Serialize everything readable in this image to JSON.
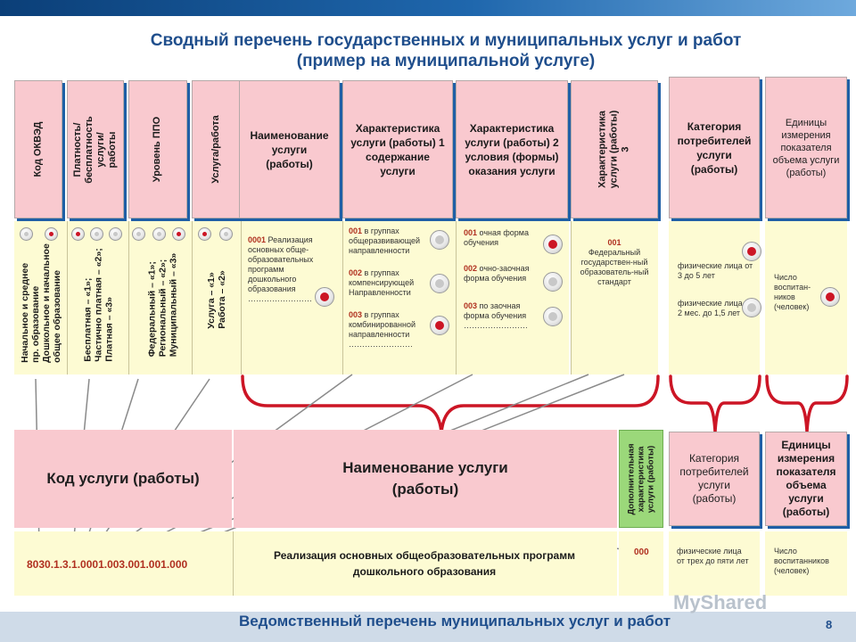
{
  "title": {
    "line1": "Сводный перечень государственных и муниципальных услуг и работ",
    "line2": "(пример на муниципальной услуге)"
  },
  "top_headers": {
    "okved": "Код ОКВЭД",
    "payment": "Платность/бесплатность услуги/работы",
    "level": "Уровень ППО",
    "service_work": "Услуга/работа",
    "name": "Наименование услуги (работы)",
    "char1": "Характеристика услуги (работы) 1 содержание услуги",
    "char2": "Характеристика услуги (работы) 2 условия (формы) оказания услуги",
    "char3": "Характеристика услуги (работы) 3",
    "category": "Категория потребителей услуги (работы)",
    "units": "Единицы измерения показателя объема услуги (работы)"
  },
  "selectors": {
    "okved": [
      "Начальное и среднее",
      "пр. образование",
      "Дошкольное и начальное",
      "общее образование"
    ],
    "payment": [
      "Бесплатная – «1»;",
      "Частично платная – «2»;",
      "Платная – «3»"
    ],
    "level": [
      "Федеральный – «1»;",
      "Региональный – «2»;",
      "Муниципальный – «3»"
    ],
    "service": [
      "Услуга – «1»",
      "Работа – «2»"
    ]
  },
  "name_cell": {
    "code": "0001",
    "text": "Реализация основных обще-образовательных программ дошкольного образования",
    "dots": "……………………"
  },
  "char1_cell": [
    {
      "code": "001",
      "text": "в группах общеразвивающей направленности"
    },
    {
      "code": "002",
      "text": "в группах компенсирующей Направленности"
    },
    {
      "code": "003",
      "text": "в группах комбинированной направленности"
    }
  ],
  "char1_dots": "……………………",
  "char2_cell": [
    {
      "code": "001",
      "text": "очная форма обучения"
    },
    {
      "code": "002",
      "text": "очно-заочная форма обучения"
    },
    {
      "code": "003",
      "text": "по заочная форма обучения"
    }
  ],
  "char2_dots": "……………………",
  "char3_cell": {
    "code": "001",
    "text": "Федеральный государствен-ный образователь-ный стандарт"
  },
  "category_cell": [
    "физические лица от 3 до 5 лет",
    "физические лица от 2 мес. до 1,5 лет"
  ],
  "units_cell": "Число воспитан-ников (человек)",
  "bottom_headers": {
    "code": "Код услуги (работы)",
    "name": "Наименование услуги (работы)",
    "extra": "Дополнительная характеристика услуги (работы)",
    "category": "Категория потребителей услуги (работы)",
    "units": "Единицы измерения показателя объема услуги (работы)"
  },
  "bottom_row": {
    "code": "8030.1.3.1.0001.003.001.001.000",
    "name": "Реализация основных общеобразовательных программ дошкольного образования",
    "extra": "000",
    "category": "физические лица от трех до пяти лет",
    "units": "Число воспитанников (человек)"
  },
  "footer": {
    "title": "Ведомственный перечень муниципальных услуг и работ",
    "page": "8",
    "brand": "MyShared"
  },
  "colors": {
    "header_pink": "#f9c9cf",
    "cell_yellow": "#fdfbd3",
    "title_blue": "#1f4e8c",
    "bracket_red": "#cc1525",
    "selected_red": "#cc1525"
  }
}
